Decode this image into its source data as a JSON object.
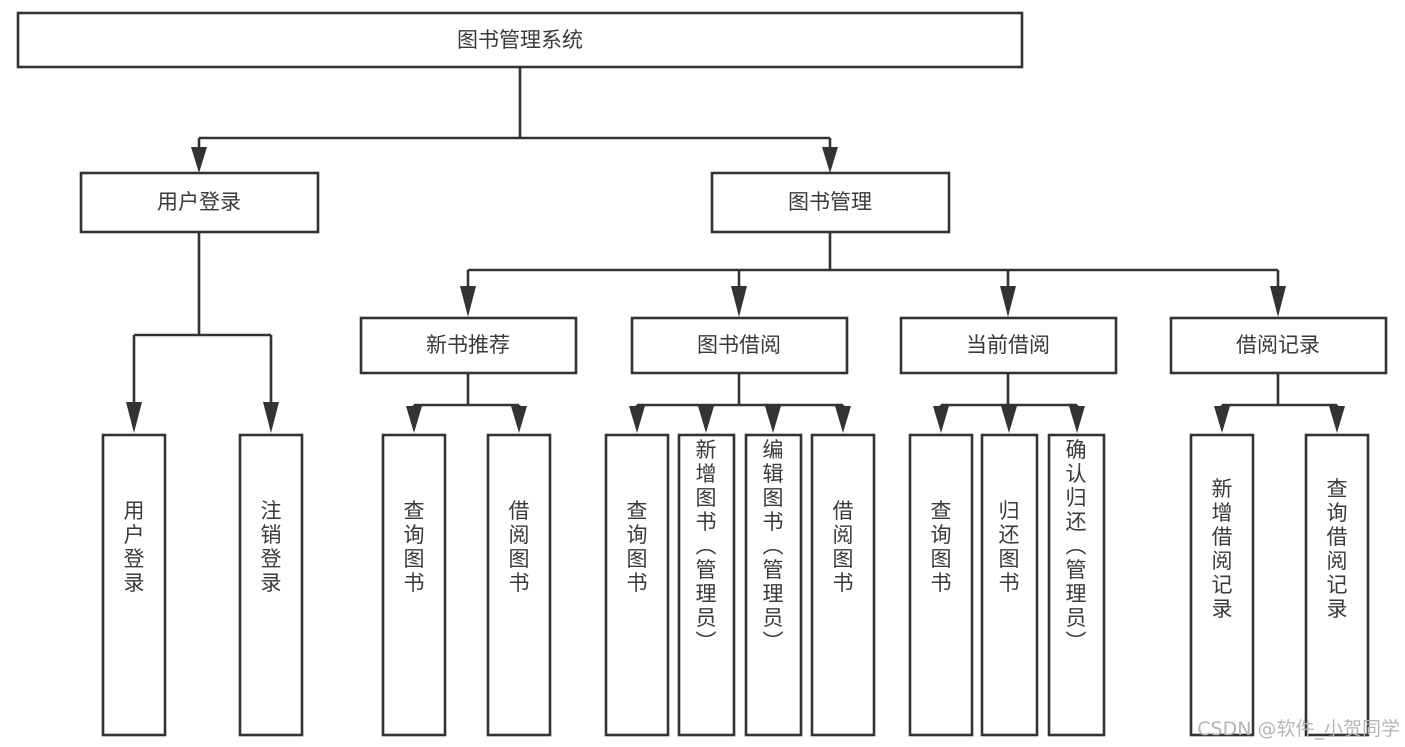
{
  "diagram": {
    "title": "图书管理系统",
    "type": "tree-hierarchy-chart",
    "colors": {
      "background": "#ffffff",
      "stroke": "#333333",
      "text": "#3a3a3a",
      "watermark": "#b6b6b6"
    },
    "root": {
      "id": "root",
      "label": "图书管理系统"
    },
    "level2": [
      {
        "id": "user-login",
        "label": "用户登录"
      },
      {
        "id": "book-management",
        "label": "图书管理"
      }
    ],
    "level3": [
      {
        "id": "new-book-recommend",
        "label": "新书推荐",
        "parent": "book-management"
      },
      {
        "id": "book-borrow",
        "label": "图书借阅",
        "parent": "book-management"
      },
      {
        "id": "current-borrow",
        "label": "当前借阅",
        "parent": "book-management"
      },
      {
        "id": "borrow-record",
        "label": "借阅记录",
        "parent": "book-management"
      }
    ],
    "leaves": [
      {
        "id": "leaf-user-login",
        "label": "用户登录",
        "parent": "user-login"
      },
      {
        "id": "leaf-logout-login",
        "label": "注销登录",
        "parent": "user-login"
      },
      {
        "id": "leaf-query-book-1",
        "label": "查询图书",
        "parent": "new-book-recommend"
      },
      {
        "id": "leaf-borrow-book-1",
        "label": "借阅图书",
        "parent": "new-book-recommend"
      },
      {
        "id": "leaf-query-book-2",
        "label": "查询图书",
        "parent": "book-borrow"
      },
      {
        "id": "leaf-add-book-admin",
        "label": "新增图书（管理员）",
        "parent": "book-borrow"
      },
      {
        "id": "leaf-edit-book-admin",
        "label": "编辑图书（管理员）",
        "parent": "book-borrow"
      },
      {
        "id": "leaf-borrow-book-2",
        "label": "借阅图书",
        "parent": "book-borrow"
      },
      {
        "id": "leaf-query-book-3",
        "label": "查询图书",
        "parent": "current-borrow"
      },
      {
        "id": "leaf-return-book",
        "label": "归还图书",
        "parent": "current-borrow"
      },
      {
        "id": "leaf-confirm-return-admin",
        "label": "确认归还（管理员）",
        "parent": "current-borrow"
      },
      {
        "id": "leaf-add-borrow-record",
        "label": "新增借阅记录",
        "parent": "borrow-record"
      },
      {
        "id": "leaf-query-borrow-record",
        "label": "查询借阅记录",
        "parent": "borrow-record"
      }
    ],
    "watermark": "CSDN @软件_小贺同学"
  }
}
